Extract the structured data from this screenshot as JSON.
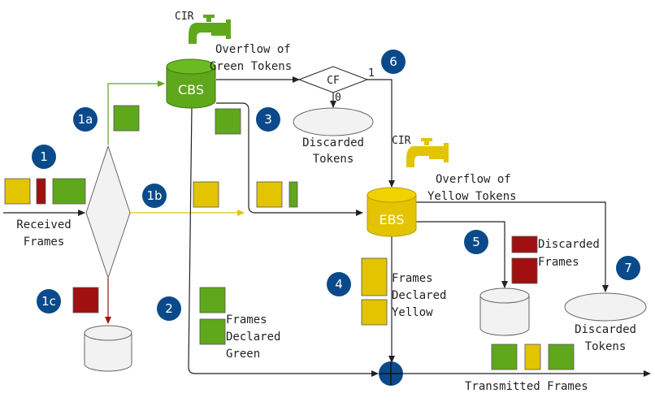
{
  "colors": {
    "green": "#5fa81c",
    "yellow": "#e3c400",
    "red": "#a01010",
    "badge": "#0b4a8a",
    "gray_fill": "#f2f2f2",
    "line": "#222222"
  },
  "labels": {
    "cir_top": "CIR",
    "cir_mid": "CIR",
    "overflow_green_1": "Overflow of",
    "overflow_green_2": "Green Tokens",
    "overflow_yellow_1": "Overflow of",
    "overflow_yellow_2": "Yellow Tokens",
    "cbs": "CBS",
    "ebs": "EBS",
    "cf": "CF",
    "cf_one": "1",
    "cf_zero": "0",
    "discarded_tokens_1a": "Discarded",
    "discarded_tokens_1b": "Tokens",
    "discarded_tokens_2a": "Discarded",
    "discarded_tokens_2b": "Tokens",
    "received_1": "Received",
    "received_2": "Frames",
    "declared_green_1": "Frames",
    "declared_green_2": "Declared",
    "declared_green_3": "Green",
    "declared_yellow_1": "Frames",
    "declared_yellow_2": "Declared",
    "declared_yellow_3": "Yellow",
    "discarded_frames_1": "Discarded",
    "discarded_frames_2": "Frames",
    "transmitted": "Transmitted Frames"
  },
  "badges": [
    "1",
    "1a",
    "1b",
    "1c",
    "2",
    "3",
    "4",
    "5",
    "6",
    "7"
  ],
  "icons": [
    "faucet-icon",
    "faucet-icon",
    "plus-circle-icon"
  ]
}
